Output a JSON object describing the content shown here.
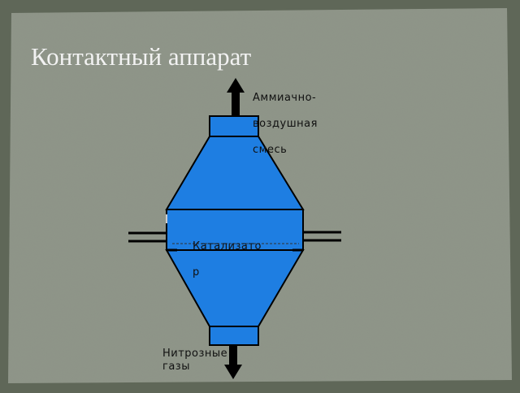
{
  "slide": {
    "title": "Контактный аппарат",
    "label_top": [
      "Аммиачно-",
      "воздушная",
      "смесь"
    ],
    "label_catalyst": [
      "Катализато",
      "р"
    ],
    "label_bottom": [
      "Нитрозные",
      "газы"
    ]
  },
  "colors": {
    "background": "#5f6758",
    "board": "#8f9689",
    "vessel": "#1e7ee2",
    "outline": "#000000"
  }
}
